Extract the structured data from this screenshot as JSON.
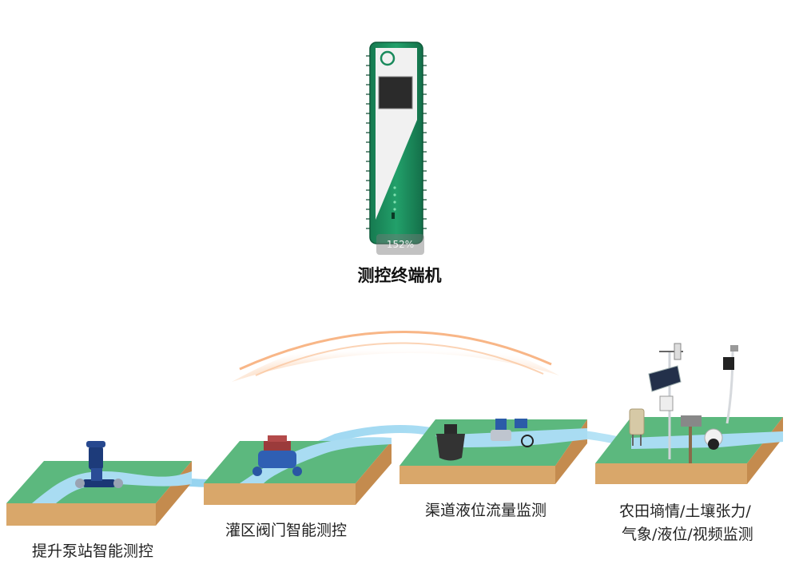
{
  "device": {
    "title": "测控终端机",
    "zoom_badge": "152%",
    "casing_color": "#1a8a5c",
    "accent_color": "#e8e8e8"
  },
  "stations": {
    "pump": {
      "label": "提升泵站智能测控",
      "icon": "pump-icon"
    },
    "valve": {
      "label": "灌区阀门智能测控",
      "icon": "valve-icon"
    },
    "channel": {
      "label": "渠道液位流量监测",
      "icon": "level-sensor-icon"
    },
    "field": {
      "label_line1": "农田墒情/土壤张力/",
      "label_line2": "气象/液位/视频监测",
      "icon": "weather-station-icon"
    }
  },
  "colors": {
    "grass": "#5cb87e",
    "soil": "#d9a76a",
    "water": "#a9dcf2",
    "signal": "#f39b5a"
  }
}
